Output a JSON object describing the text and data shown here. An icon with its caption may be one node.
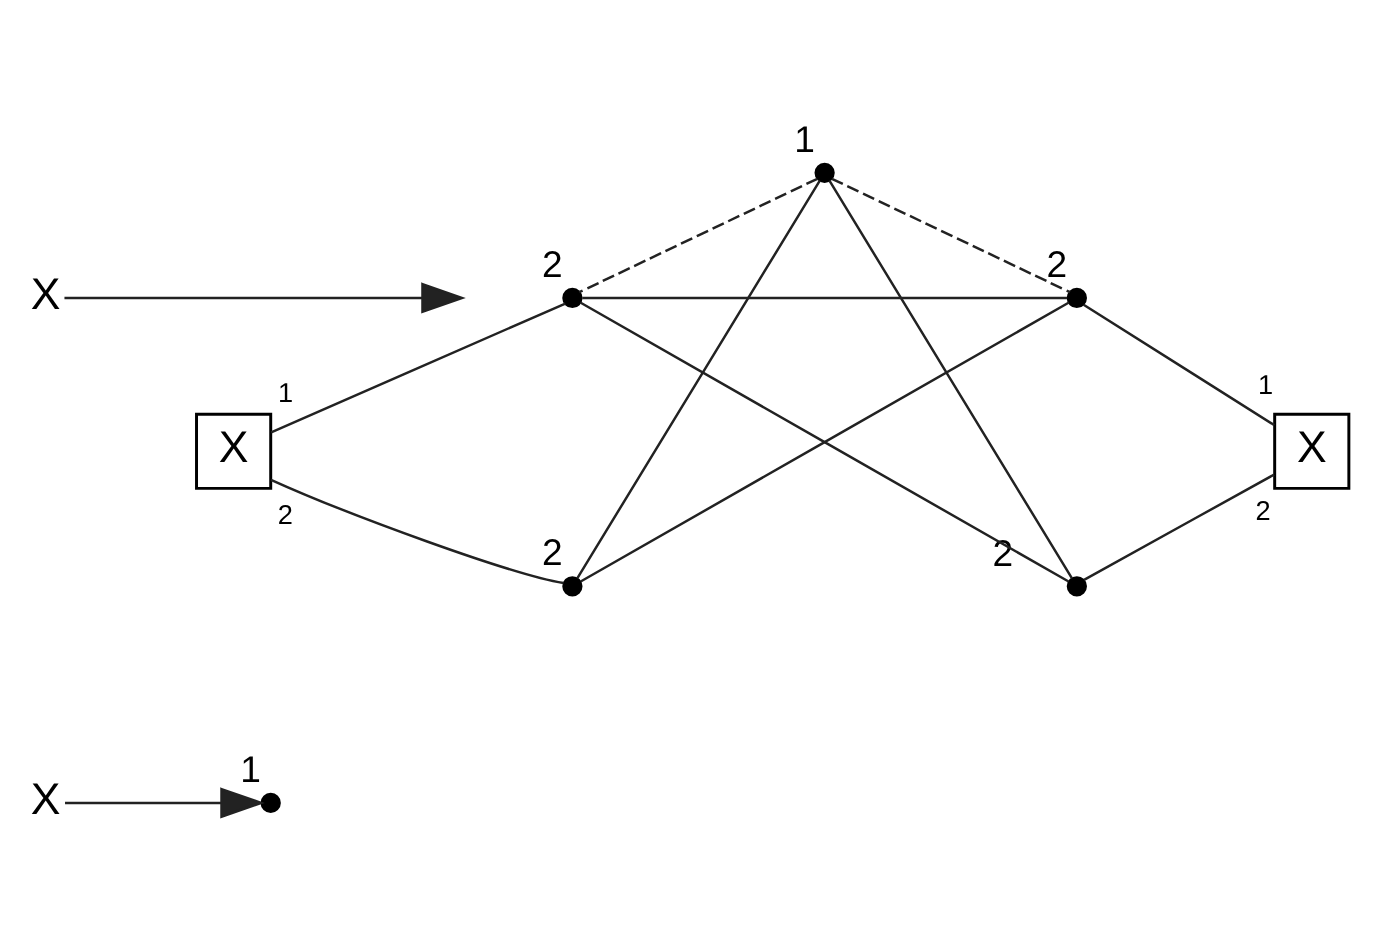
{
  "diagram": {
    "nodes": [
      {
        "text": [],
        "shape": "circle",
        "beside": [
          "1"
        ]
      },
      {
        "text": [
          "X"
        ]
      },
      {
        "text": [],
        "shape": "circle",
        "beside": [
          "2"
        ]
      },
      {
        "text": [],
        "shape": "circle",
        "beside": [
          "2"
        ]
      },
      {
        "text": [
          "X"
        ]
      },
      {
        "text": [
          "X"
        ]
      },
      {
        "text": [],
        "shape": "circle",
        "beside": [
          "2"
        ]
      },
      {
        "text": [],
        "shape": "circle",
        "beside": [
          "2"
        ]
      },
      {
        "text": [
          "X"
        ]
      },
      {
        "text": [],
        "shape": "circle",
        "beside": [
          "1"
        ]
      }
    ],
    "edges": [
      {
        "from": 1,
        "to": null,
        "arrow": "to"
      },
      {
        "from": 0,
        "to": 2,
        "arrow": "none",
        "style": "dashed"
      },
      {
        "from": 0,
        "to": 3,
        "arrow": "none",
        "style": "dashed"
      },
      {
        "from": 0,
        "to": 6,
        "arrow": "none"
      },
      {
        "from": 0,
        "to": 7,
        "arrow": "none"
      },
      {
        "from": 2,
        "to": 3,
        "arrow": "none"
      },
      {
        "from": 2,
        "to": 7,
        "arrow": "none"
      },
      {
        "from": 3,
        "to": 6,
        "arrow": "none"
      },
      {
        "from": 4,
        "to": 2,
        "arrow": "none",
        "label": "1"
      },
      {
        "from": 4,
        "to": 6,
        "arrow": "none",
        "label": "2"
      },
      {
        "from": 5,
        "to": 3,
        "arrow": "none",
        "label": "1"
      },
      {
        "from": 5,
        "to": 7,
        "arrow": "none",
        "label": "2"
      },
      {
        "from": 8,
        "to": 9,
        "arrow": "to"
      }
    ]
  }
}
